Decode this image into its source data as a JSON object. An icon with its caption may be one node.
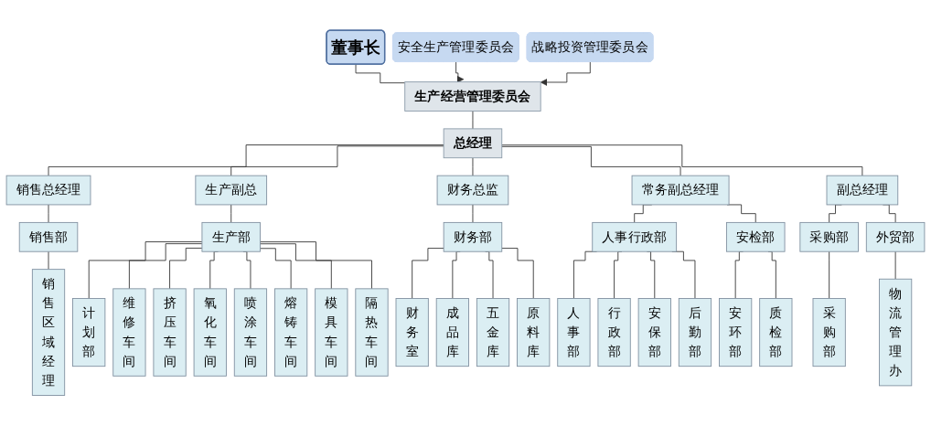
{
  "diagram": {
    "nodes": [
      {
        "text": [
          "董事长"
        ]
      },
      {
        "text": [
          "安全生产管理委员会"
        ]
      },
      {
        "text": [
          "生产经营管理委员会"
        ]
      },
      {
        "text": [
          "战略投资管理委员会"
        ]
      },
      {
        "text": [
          "总经理"
        ]
      },
      {
        "text": [
          "销售总经理"
        ]
      },
      {
        "text": [
          "生产副总"
        ]
      },
      {
        "text": [
          "财务总监"
        ]
      },
      {
        "text": [
          "常务副总经理"
        ]
      },
      {
        "text": [
          "副总经理"
        ]
      },
      {
        "text": [
          "销售部"
        ]
      },
      {
        "text": [
          "生产部"
        ]
      },
      {
        "text": [
          "财务部"
        ]
      },
      {
        "text": [
          "人事行政部"
        ]
      },
      {
        "text": [
          "安检部"
        ]
      },
      {
        "text": [
          "采购部"
        ]
      },
      {
        "text": [
          "外贸部"
        ]
      },
      {
        "text": [
          "销售区域经理"
        ]
      },
      {
        "text": [
          "计划部"
        ]
      },
      {
        "text": [
          "维修车间"
        ]
      },
      {
        "text": [
          "挤压车间"
        ]
      },
      {
        "text": [
          "氧化车间"
        ]
      },
      {
        "text": [
          "喷涂车间"
        ]
      },
      {
        "text": [
          "熔铸车间"
        ]
      },
      {
        "text": [
          "模具车间"
        ]
      },
      {
        "text": [
          "隔热车间"
        ]
      },
      {
        "text": [
          "财务室"
        ]
      },
      {
        "text": [
          "成品库"
        ]
      },
      {
        "text": [
          "五金库"
        ]
      },
      {
        "text": [
          "原料库"
        ]
      },
      {
        "text": [
          "人事部"
        ]
      },
      {
        "text": [
          "行政部"
        ]
      },
      {
        "text": [
          "安保部"
        ]
      },
      {
        "text": [
          "后勤部"
        ]
      },
      {
        "text": [
          "安环部"
        ]
      },
      {
        "text": [
          "质检部"
        ]
      },
      {
        "text": [
          "采购部"
        ]
      },
      {
        "text": [
          "物流管理办"
        ]
      }
    ],
    "edges": [
      {
        "from": 0,
        "to": 2,
        "arrow": "none"
      },
      {
        "from": 1,
        "to": 2,
        "arrow": "to"
      },
      {
        "from": 3,
        "to": 2,
        "arrow": "to"
      },
      {
        "from": 2,
        "to": 4,
        "arrow": "none"
      },
      {
        "from": 4,
        "to": 5,
        "arrow": "none"
      },
      {
        "from": 4,
        "to": 6,
        "arrow": "none"
      },
      {
        "from": 4,
        "to": 7,
        "arrow": "none"
      },
      {
        "from": 4,
        "to": 8,
        "arrow": "none"
      },
      {
        "from": 4,
        "to": 9,
        "arrow": "none"
      },
      {
        "from": 5,
        "to": 10,
        "arrow": "none"
      },
      {
        "from": 6,
        "to": 11,
        "arrow": "none"
      },
      {
        "from": 7,
        "to": 12,
        "arrow": "none"
      },
      {
        "from": 8,
        "to": 13,
        "arrow": "none"
      },
      {
        "from": 8,
        "to": 14,
        "arrow": "none"
      },
      {
        "from": 9,
        "to": 15,
        "arrow": "none"
      },
      {
        "from": 9,
        "to": 16,
        "arrow": "none"
      },
      {
        "from": 10,
        "to": 17,
        "arrow": "none"
      },
      {
        "from": 11,
        "to": 18,
        "arrow": "none"
      },
      {
        "from": 11,
        "to": 19,
        "arrow": "none"
      },
      {
        "from": 11,
        "to": 20,
        "arrow": "none"
      },
      {
        "from": 11,
        "to": 21,
        "arrow": "none"
      },
      {
        "from": 11,
        "to": 22,
        "arrow": "none"
      },
      {
        "from": 11,
        "to": 23,
        "arrow": "none"
      },
      {
        "from": 11,
        "to": 24,
        "arrow": "none"
      },
      {
        "from": 11,
        "to": 25,
        "arrow": "none"
      },
      {
        "from": 12,
        "to": 26,
        "arrow": "none"
      },
      {
        "from": 12,
        "to": 27,
        "arrow": "none"
      },
      {
        "from": 12,
        "to": 28,
        "arrow": "none"
      },
      {
        "from": 12,
        "to": 29,
        "arrow": "none"
      },
      {
        "from": 13,
        "to": 30,
        "arrow": "none"
      },
      {
        "from": 13,
        "to": 31,
        "arrow": "none"
      },
      {
        "from": 13,
        "to": 32,
        "arrow": "none"
      },
      {
        "from": 13,
        "to": 33,
        "arrow": "none"
      },
      {
        "from": 14,
        "to": 34,
        "arrow": "none"
      },
      {
        "from": 14,
        "to": 35,
        "arrow": "none"
      },
      {
        "from": 15,
        "to": 36,
        "arrow": "none"
      },
      {
        "from": 16,
        "to": 37,
        "arrow": "none"
      }
    ]
  }
}
